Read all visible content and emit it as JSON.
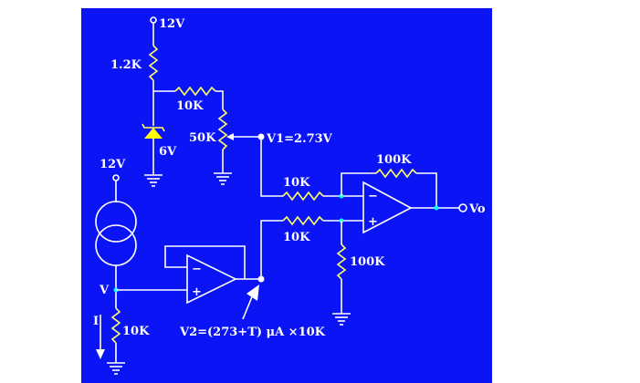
{
  "labels": {
    "top_supply": "12V",
    "r_top": "1.2K",
    "r_parallel": "10K",
    "zener": "6V",
    "pot": "50K",
    "v1": "V1=2.73V",
    "r_feedback": "100K",
    "r_in_minus": "10K",
    "r_in_plus": "10K",
    "r_plus_ground": "100K",
    "output": "Vo",
    "left_supply": "12V",
    "node_v": "V",
    "current": "I",
    "r_sense": "10K",
    "v2": "V2=(273+T) μA ×10K",
    "opamp_minus": "−",
    "opamp_plus": "+"
  },
  "colors": {
    "background": "#0a14f5",
    "wire": "#ffffff",
    "component": "#ffff66",
    "node": "#00ffff"
  }
}
